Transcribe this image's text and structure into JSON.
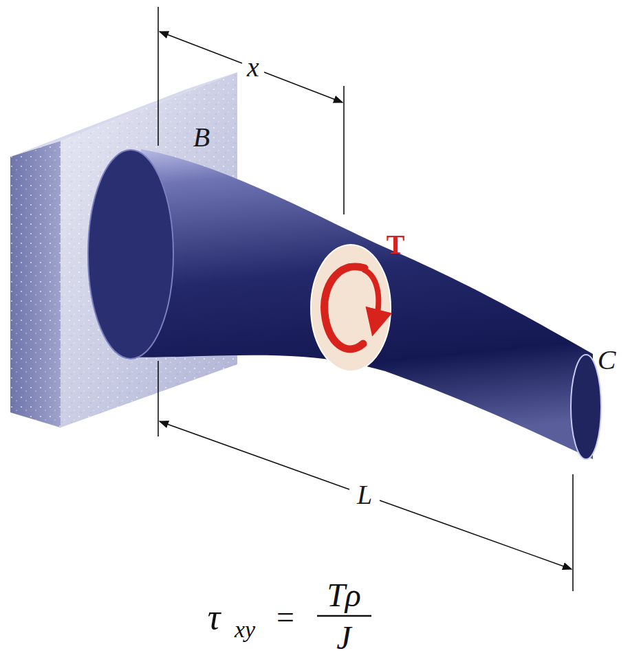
{
  "diagram": {
    "labels": [
      "x",
      "B",
      "T",
      "C",
      "L",
      "τ",
      "xy",
      "=",
      "Tρ",
      "J"
    ]
  }
}
